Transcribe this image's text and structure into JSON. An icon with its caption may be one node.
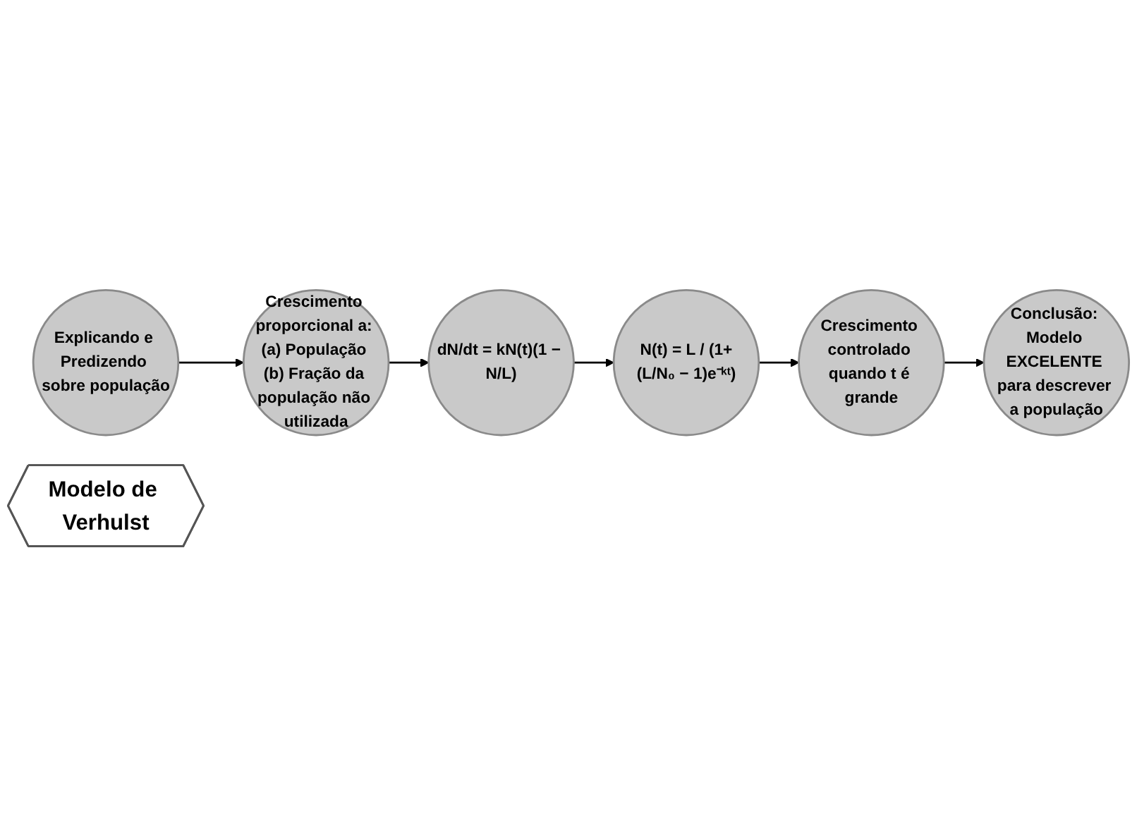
{
  "diagram": {
    "nodes": [
      {
        "text": [
          "Explicando e Predizendo sobre população"
        ]
      },
      {
        "text": [
          "Crescimento proporcional a: (a) População (b) Fração da população não utilizada"
        ]
      },
      {
        "text": [
          "dN/dt = kN(t)(1 − N/L)"
        ]
      },
      {
        "text": [
          "N(t) = L / (1+(L/N₀ − 1)e⁻ᵏᵗ)"
        ]
      },
      {
        "text": [
          "Crescimento controlado quando t é grande"
        ]
      },
      {
        "text": [
          "Conclusão: Modelo EXCELENTE para descrever a população"
        ]
      },
      {
        "text": [
          "Modelo de Verhulst"
        ]
      }
    ],
    "edges": [
      {
        "from": 0,
        "to": 1,
        "arrow": "to"
      },
      {
        "from": 1,
        "to": 2,
        "arrow": "to"
      },
      {
        "from": 2,
        "to": 3,
        "arrow": "to"
      },
      {
        "from": 3,
        "to": 4,
        "arrow": "to"
      },
      {
        "from": 4,
        "to": 5,
        "arrow": "to"
      }
    ]
  }
}
